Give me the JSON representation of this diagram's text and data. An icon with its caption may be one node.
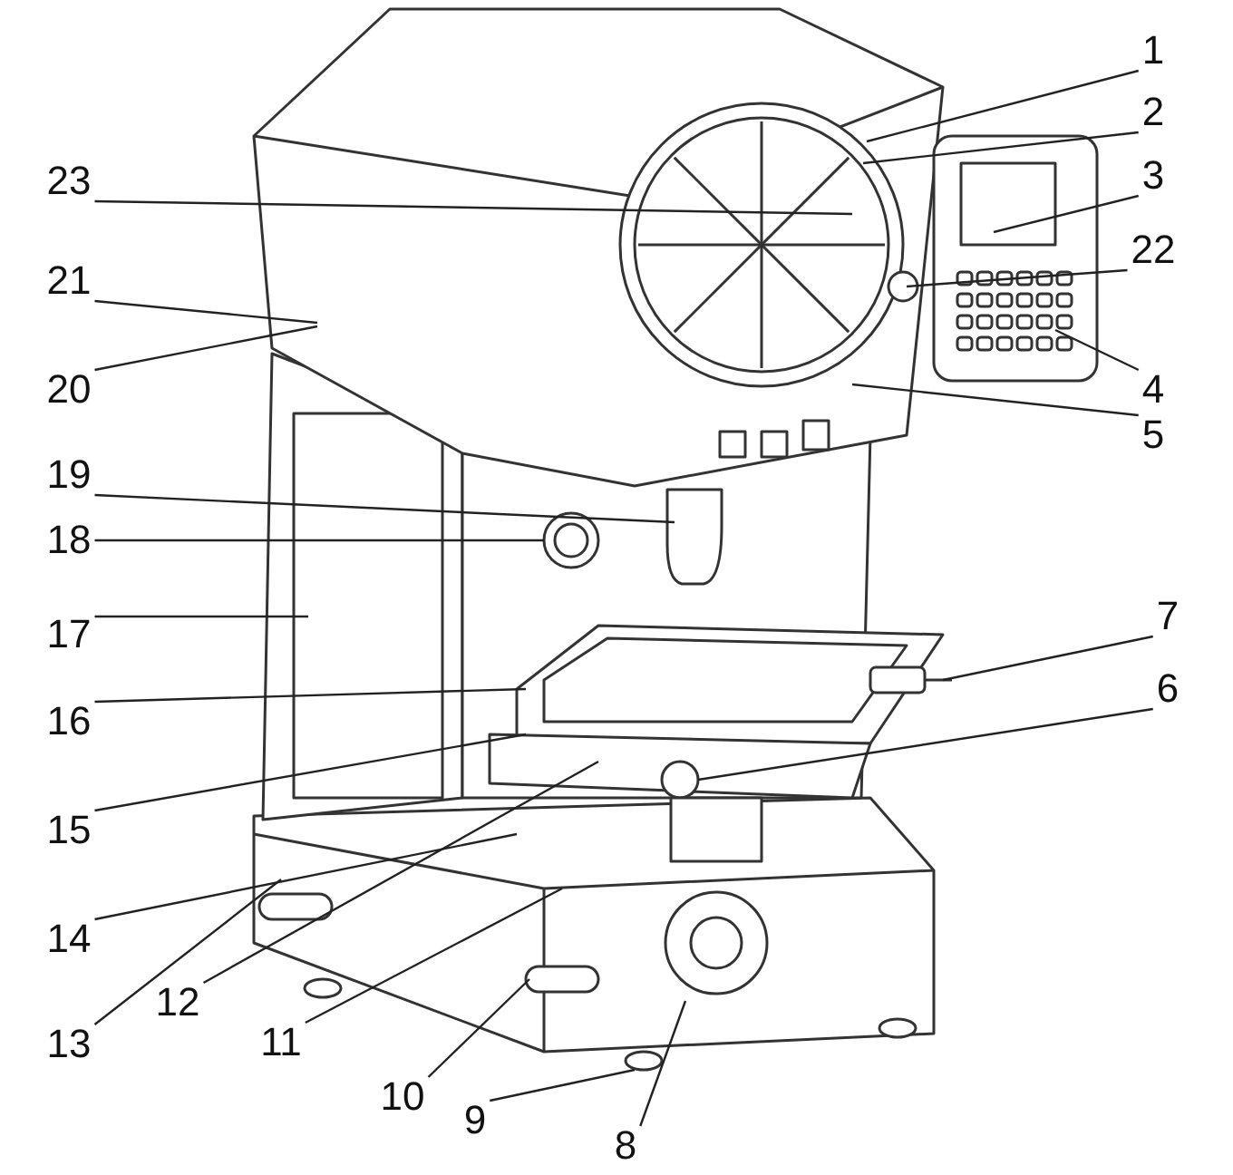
{
  "diagram": {
    "nodes": [
      {
        "text": [
          "1"
        ]
      },
      {
        "text": [
          "2"
        ]
      },
      {
        "text": [
          "3"
        ]
      },
      {
        "text": [
          "4"
        ]
      },
      {
        "text": [
          "5"
        ]
      },
      {
        "text": [
          "6"
        ]
      },
      {
        "text": [
          "7"
        ]
      },
      {
        "text": [
          "8"
        ]
      },
      {
        "text": [
          "9"
        ]
      },
      {
        "text": [
          "10"
        ]
      },
      {
        "text": [
          "11"
        ]
      },
      {
        "text": [
          "12"
        ]
      },
      {
        "text": [
          "13"
        ]
      },
      {
        "text": [
          "14"
        ]
      },
      {
        "text": [
          "15"
        ]
      },
      {
        "text": [
          "16"
        ]
      },
      {
        "text": [
          "17"
        ]
      },
      {
        "text": [
          "18"
        ]
      },
      {
        "text": [
          "19"
        ]
      },
      {
        "text": [
          "20"
        ]
      },
      {
        "text": [
          "21"
        ]
      },
      {
        "text": [
          "22"
        ]
      },
      {
        "text": [
          "23"
        ]
      }
    ],
    "edges": [
      {
        "from": 0,
        "to": null,
        "arrow": "none"
      },
      {
        "from": 1,
        "to": null,
        "arrow": "none"
      },
      {
        "from": 2,
        "to": null,
        "arrow": "none"
      },
      {
        "from": 3,
        "to": null,
        "arrow": "none"
      },
      {
        "from": 4,
        "to": null,
        "arrow": "none"
      },
      {
        "from": 5,
        "to": null,
        "arrow": "none"
      },
      {
        "from": 6,
        "to": null,
        "arrow": "none"
      },
      {
        "from": 7,
        "to": null,
        "arrow": "none"
      },
      {
        "from": 8,
        "to": null,
        "arrow": "none"
      },
      {
        "from": 9,
        "to": null,
        "arrow": "none"
      },
      {
        "from": 10,
        "to": null,
        "arrow": "none"
      },
      {
        "from": 11,
        "to": null,
        "arrow": "none"
      },
      {
        "from": 12,
        "to": null,
        "arrow": "none"
      },
      {
        "from": 13,
        "to": null,
        "arrow": "none"
      },
      {
        "from": 14,
        "to": null,
        "arrow": "none"
      },
      {
        "from": 15,
        "to": null,
        "arrow": "none"
      },
      {
        "from": 16,
        "to": null,
        "arrow": "none"
      },
      {
        "from": 17,
        "to": null,
        "arrow": "none"
      },
      {
        "from": 18,
        "to": null,
        "arrow": "none"
      },
      {
        "from": 19,
        "to": null,
        "arrow": "none"
      },
      {
        "from": 20,
        "to": null,
        "arrow": "none"
      },
      {
        "from": 21,
        "to": null,
        "arrow": "none"
      },
      {
        "from": 22,
        "to": null,
        "arrow": "none"
      }
    ]
  }
}
